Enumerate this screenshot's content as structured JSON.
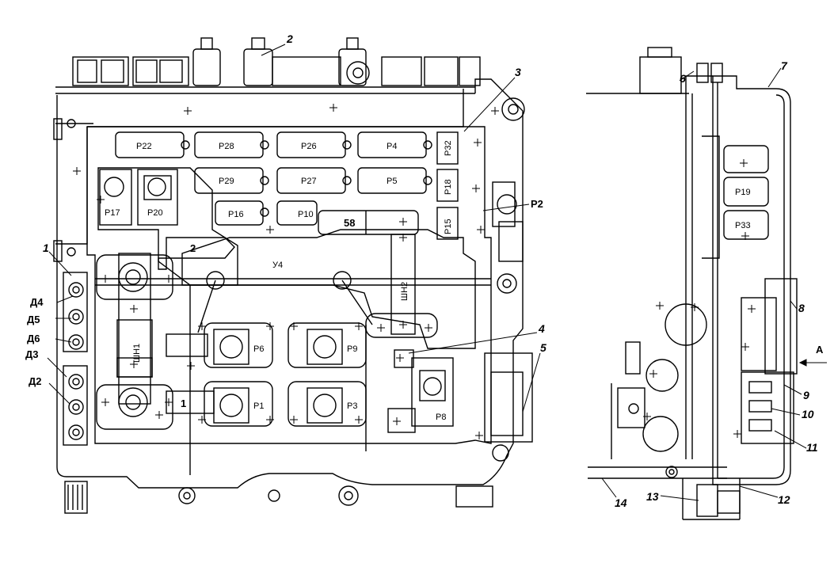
{
  "relays": {
    "p22": "P22",
    "p28": "P28",
    "p26": "P26",
    "p4": "P4",
    "p32": "P32",
    "p29": "P29",
    "p27": "P27",
    "p5": "P5",
    "p18": "P18",
    "p16": "P16",
    "p10": "P10",
    "p15": "P15",
    "p17": "P17",
    "p20": "P20",
    "p6": "P6",
    "p9": "P9",
    "p1": "P1",
    "p3": "P3",
    "p8": "P8",
    "p19": "P19",
    "p33": "P33"
  },
  "plates": {
    "u4": "У4",
    "sh1": "ШН1",
    "sh2": "ШН2",
    "b58": "58",
    "b2": "2",
    "b1": "1"
  },
  "diodes": [
    "Д4",
    "Д5",
    "Д6",
    "Д3",
    "Д2"
  ],
  "labels": {
    "p2": "P2",
    "view_a": "A"
  },
  "callouts": [
    "1",
    "2",
    "3",
    "4",
    "5",
    "6",
    "7",
    "8",
    "9",
    "10",
    "11",
    "12",
    "13",
    "14"
  ]
}
